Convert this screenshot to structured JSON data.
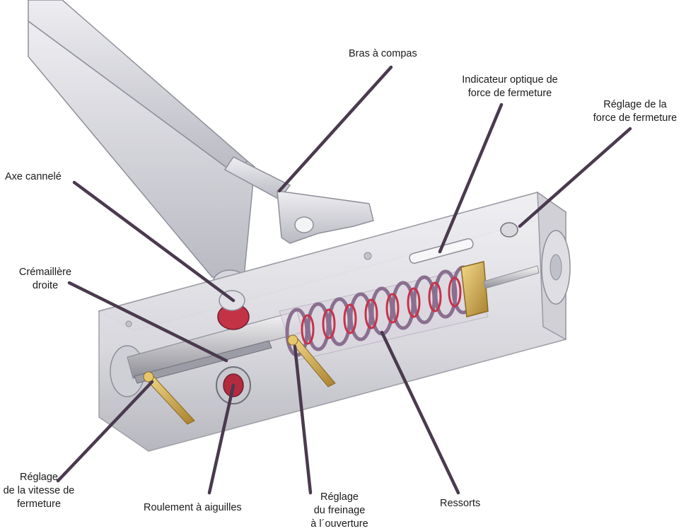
{
  "colors": {
    "leader": "#4a3a4e",
    "metal": "#d8d8dc",
    "metal_dark": "#a9a9b1",
    "spring_outer": "#8a6f8f",
    "spring_inner": "#c8324a",
    "brass": "#c9a24a"
  },
  "labels": {
    "bras_compas": [
      "Bras à compas"
    ],
    "indicateur": [
      "Indicateur optique de",
      "force de fermeture"
    ],
    "reglage_force": [
      "Réglage de la",
      "force de fermeture"
    ],
    "axe_cannele": [
      "Axe cannelé"
    ],
    "cremaillere": [
      "Crémaillère",
      "droite"
    ],
    "reglage_vitesse": [
      "Réglage",
      "de la vitesse de",
      "fermeture"
    ],
    "roulement": [
      "Roulement à aiguilles"
    ],
    "reglage_freinage": [
      "Réglage",
      "du freinage",
      "à l´ouverture"
    ],
    "ressorts": [
      "Ressorts"
    ]
  }
}
